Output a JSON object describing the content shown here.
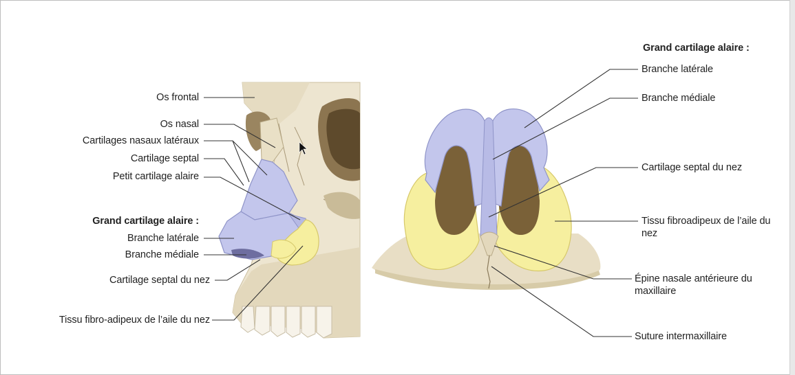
{
  "left_figure": {
    "labels": {
      "os_frontal": "Os frontal",
      "os_nasal": "Os nasal",
      "cartilages_nasaux_lateraux": "Cartilages nasaux latéraux",
      "cartilage_septal": "Cartilage septal",
      "petit_cartilage_alaire": "Petit cartilage alaire",
      "grand_cartilage_heading": "Grand cartilage alaire :",
      "branche_laterale": "Branche latérale",
      "branche_mediale": "Branche médiale",
      "cartilage_septal_du_nez": "Cartilage septal du nez",
      "tissu_fibro_adipeux": "Tissu fibro-adipeux de l’aile du nez"
    }
  },
  "right_figure": {
    "labels": {
      "grand_cartilage_heading": "Grand cartilage alaire :",
      "branche_laterale": "Branche latérale",
      "branche_mediale": "Branche médiale",
      "cartilage_septal_du_nez": "Cartilage septal du nez",
      "tissu_fibroadipeux": "Tissu fibroadipeux de l’aile du nez",
      "epine_nasale": "Épine nasale antérieure du maxillaire",
      "suture_intermaxillaire": "Suture intermaxillaire"
    }
  },
  "colors": {
    "bone": "#ede5d0",
    "bone_shadow": "#d9cdb0",
    "cartilage": "#c3c6ec",
    "cartilage_edge": "#8f94c8",
    "fat": "#f6ef9f",
    "fat_edge": "#d6c86a",
    "cavity": "#7a6138",
    "leader_line": "#333333"
  }
}
